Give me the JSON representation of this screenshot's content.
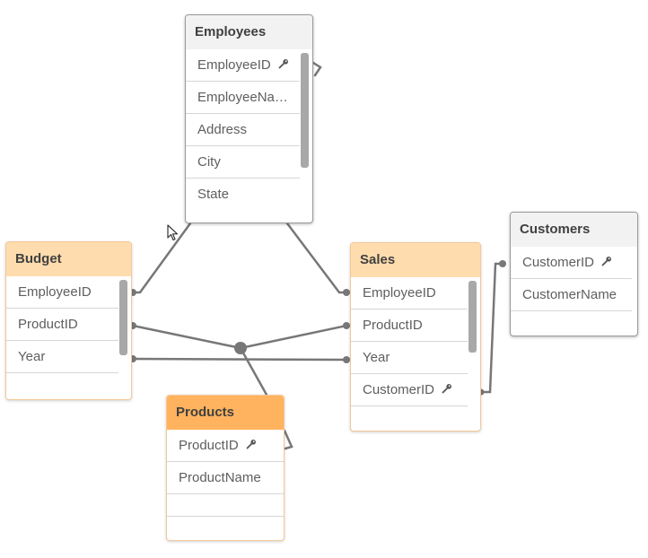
{
  "tables": {
    "employees": {
      "name": "Employees",
      "fields": [
        "EmployeeID",
        "EmployeeNa…",
        "Address",
        "City",
        "State"
      ],
      "key_field": "EmployeeID"
    },
    "budget": {
      "name": "Budget",
      "fields": [
        "EmployeeID",
        "ProductID",
        "Year"
      ]
    },
    "sales": {
      "name": "Sales",
      "fields": [
        "EmployeeID",
        "ProductID",
        "Year",
        "CustomerID"
      ],
      "key_field": "CustomerID"
    },
    "customers": {
      "name": "Customers",
      "fields": [
        "CustomerID",
        "CustomerName"
      ],
      "key_field": "CustomerID"
    },
    "products": {
      "name": "Products",
      "fields": [
        "ProductID",
        "ProductName"
      ],
      "key_field": "ProductID"
    }
  },
  "colors": {
    "header_neutral": "#f2f2f2",
    "header_associated": "#ffdcad",
    "header_selected": "#ffb35e",
    "link_line": "#777777"
  },
  "icons": {
    "key": "key-icon",
    "cursor": "mouse-cursor-icon"
  }
}
